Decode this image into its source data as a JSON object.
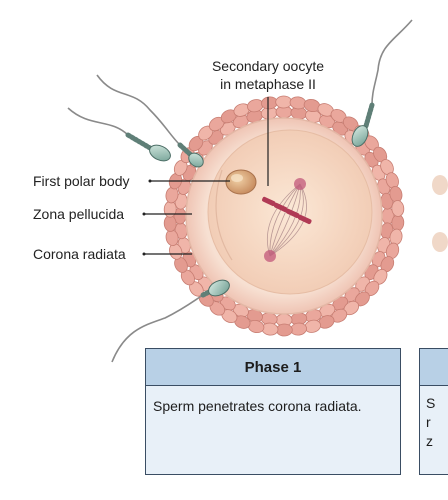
{
  "labels": {
    "secondary_oocyte_line1": "Secondary oocyte",
    "secondary_oocyte_line2": "in metaphase II",
    "first_polar_body": "First polar body",
    "zona_pellucida": "Zona pellucida",
    "corona_radiata": "Corona radiata"
  },
  "phase_card": {
    "title": "Phase 1",
    "text": "Sperm penetrates corona radiata."
  },
  "phase_card_next": {
    "line1": "S",
    "line2": "r",
    "line3": "z"
  },
  "colors": {
    "corona_cells": "#e8a9a0",
    "zona": "#f3d6c8",
    "cytoplasm": "#f6dcc6",
    "card_header": "#b8d0e6",
    "card_body": "#e8f0f8",
    "card_border": "#3a4d63"
  }
}
